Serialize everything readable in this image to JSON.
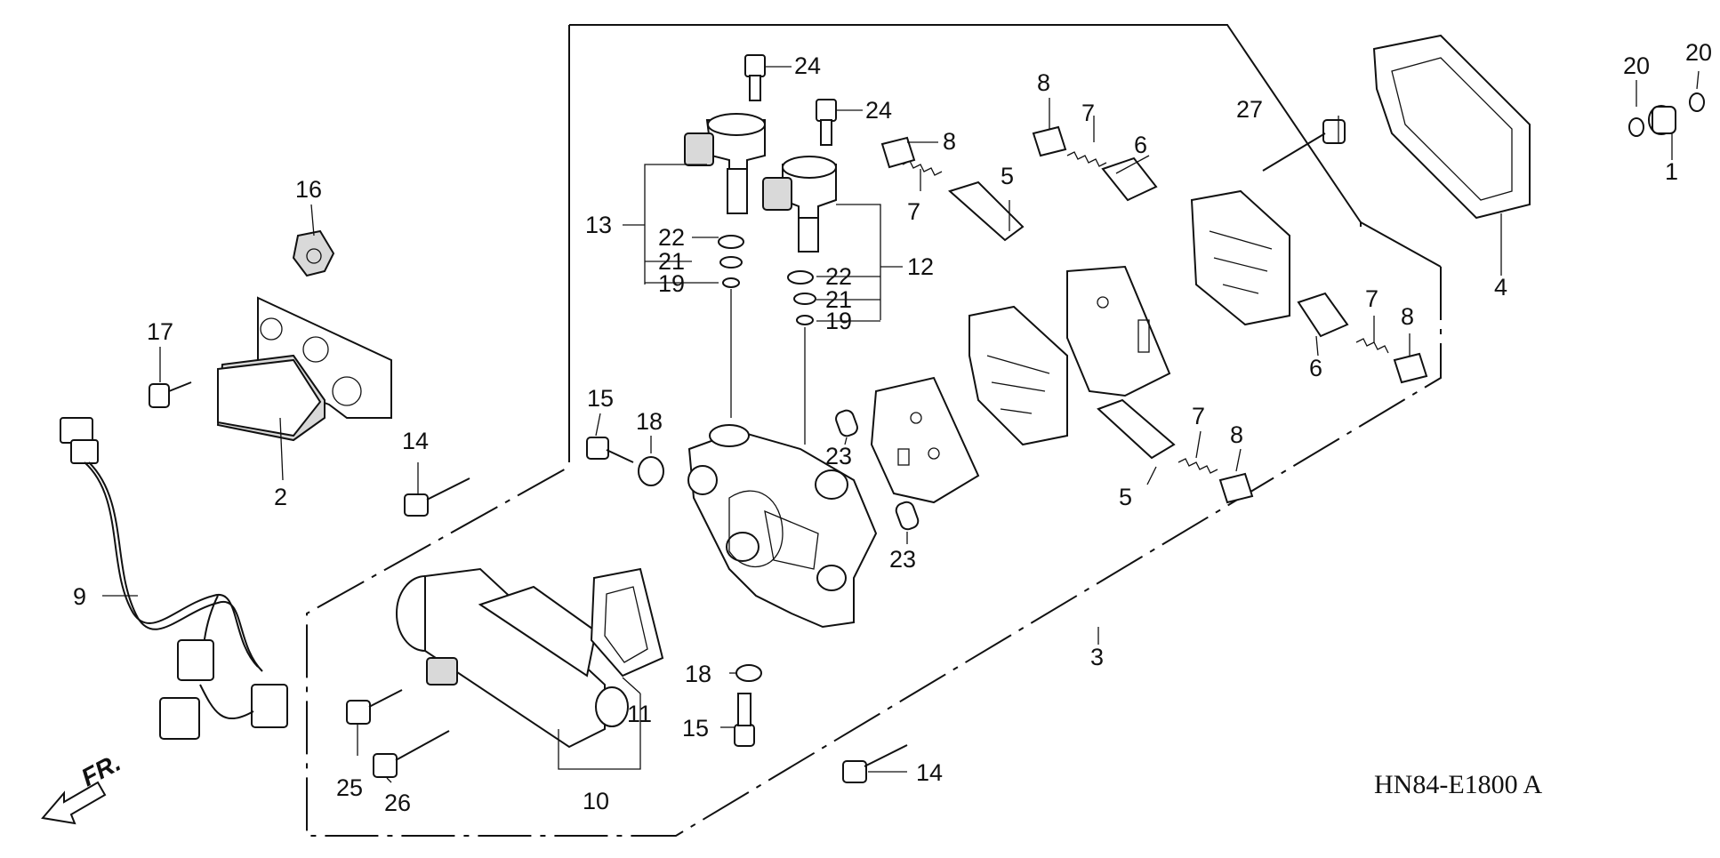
{
  "diagram": {
    "code": "HN84-E1800 A",
    "direction_label": "FR.",
    "callouts": {
      "c1": "1",
      "c2": "2",
      "c3": "3",
      "c4": "4",
      "c5a": "5",
      "c5b": "5",
      "c6a": "6",
      "c6b": "6",
      "c7a": "7",
      "c7b": "7",
      "c7c": "7",
      "c7d": "7",
      "c8a": "8",
      "c8b": "8",
      "c8c": "8",
      "c8d": "8",
      "c9": "9",
      "c10": "10",
      "c11": "11",
      "c12": "12",
      "c13": "13",
      "c14a": "14",
      "c14b": "14",
      "c15a": "15",
      "c15b": "15",
      "c16": "16",
      "c17": "17",
      "c18a": "18",
      "c18b": "18",
      "c19a": "19",
      "c19b": "19",
      "c20a": "20",
      "c20b": "20",
      "c21a": "21",
      "c21b": "21",
      "c22a": "22",
      "c22b": "22",
      "c23a": "23",
      "c23b": "23",
      "c24a": "24",
      "c24b": "24",
      "c25": "25",
      "c26": "26",
      "c27": "27"
    }
  }
}
